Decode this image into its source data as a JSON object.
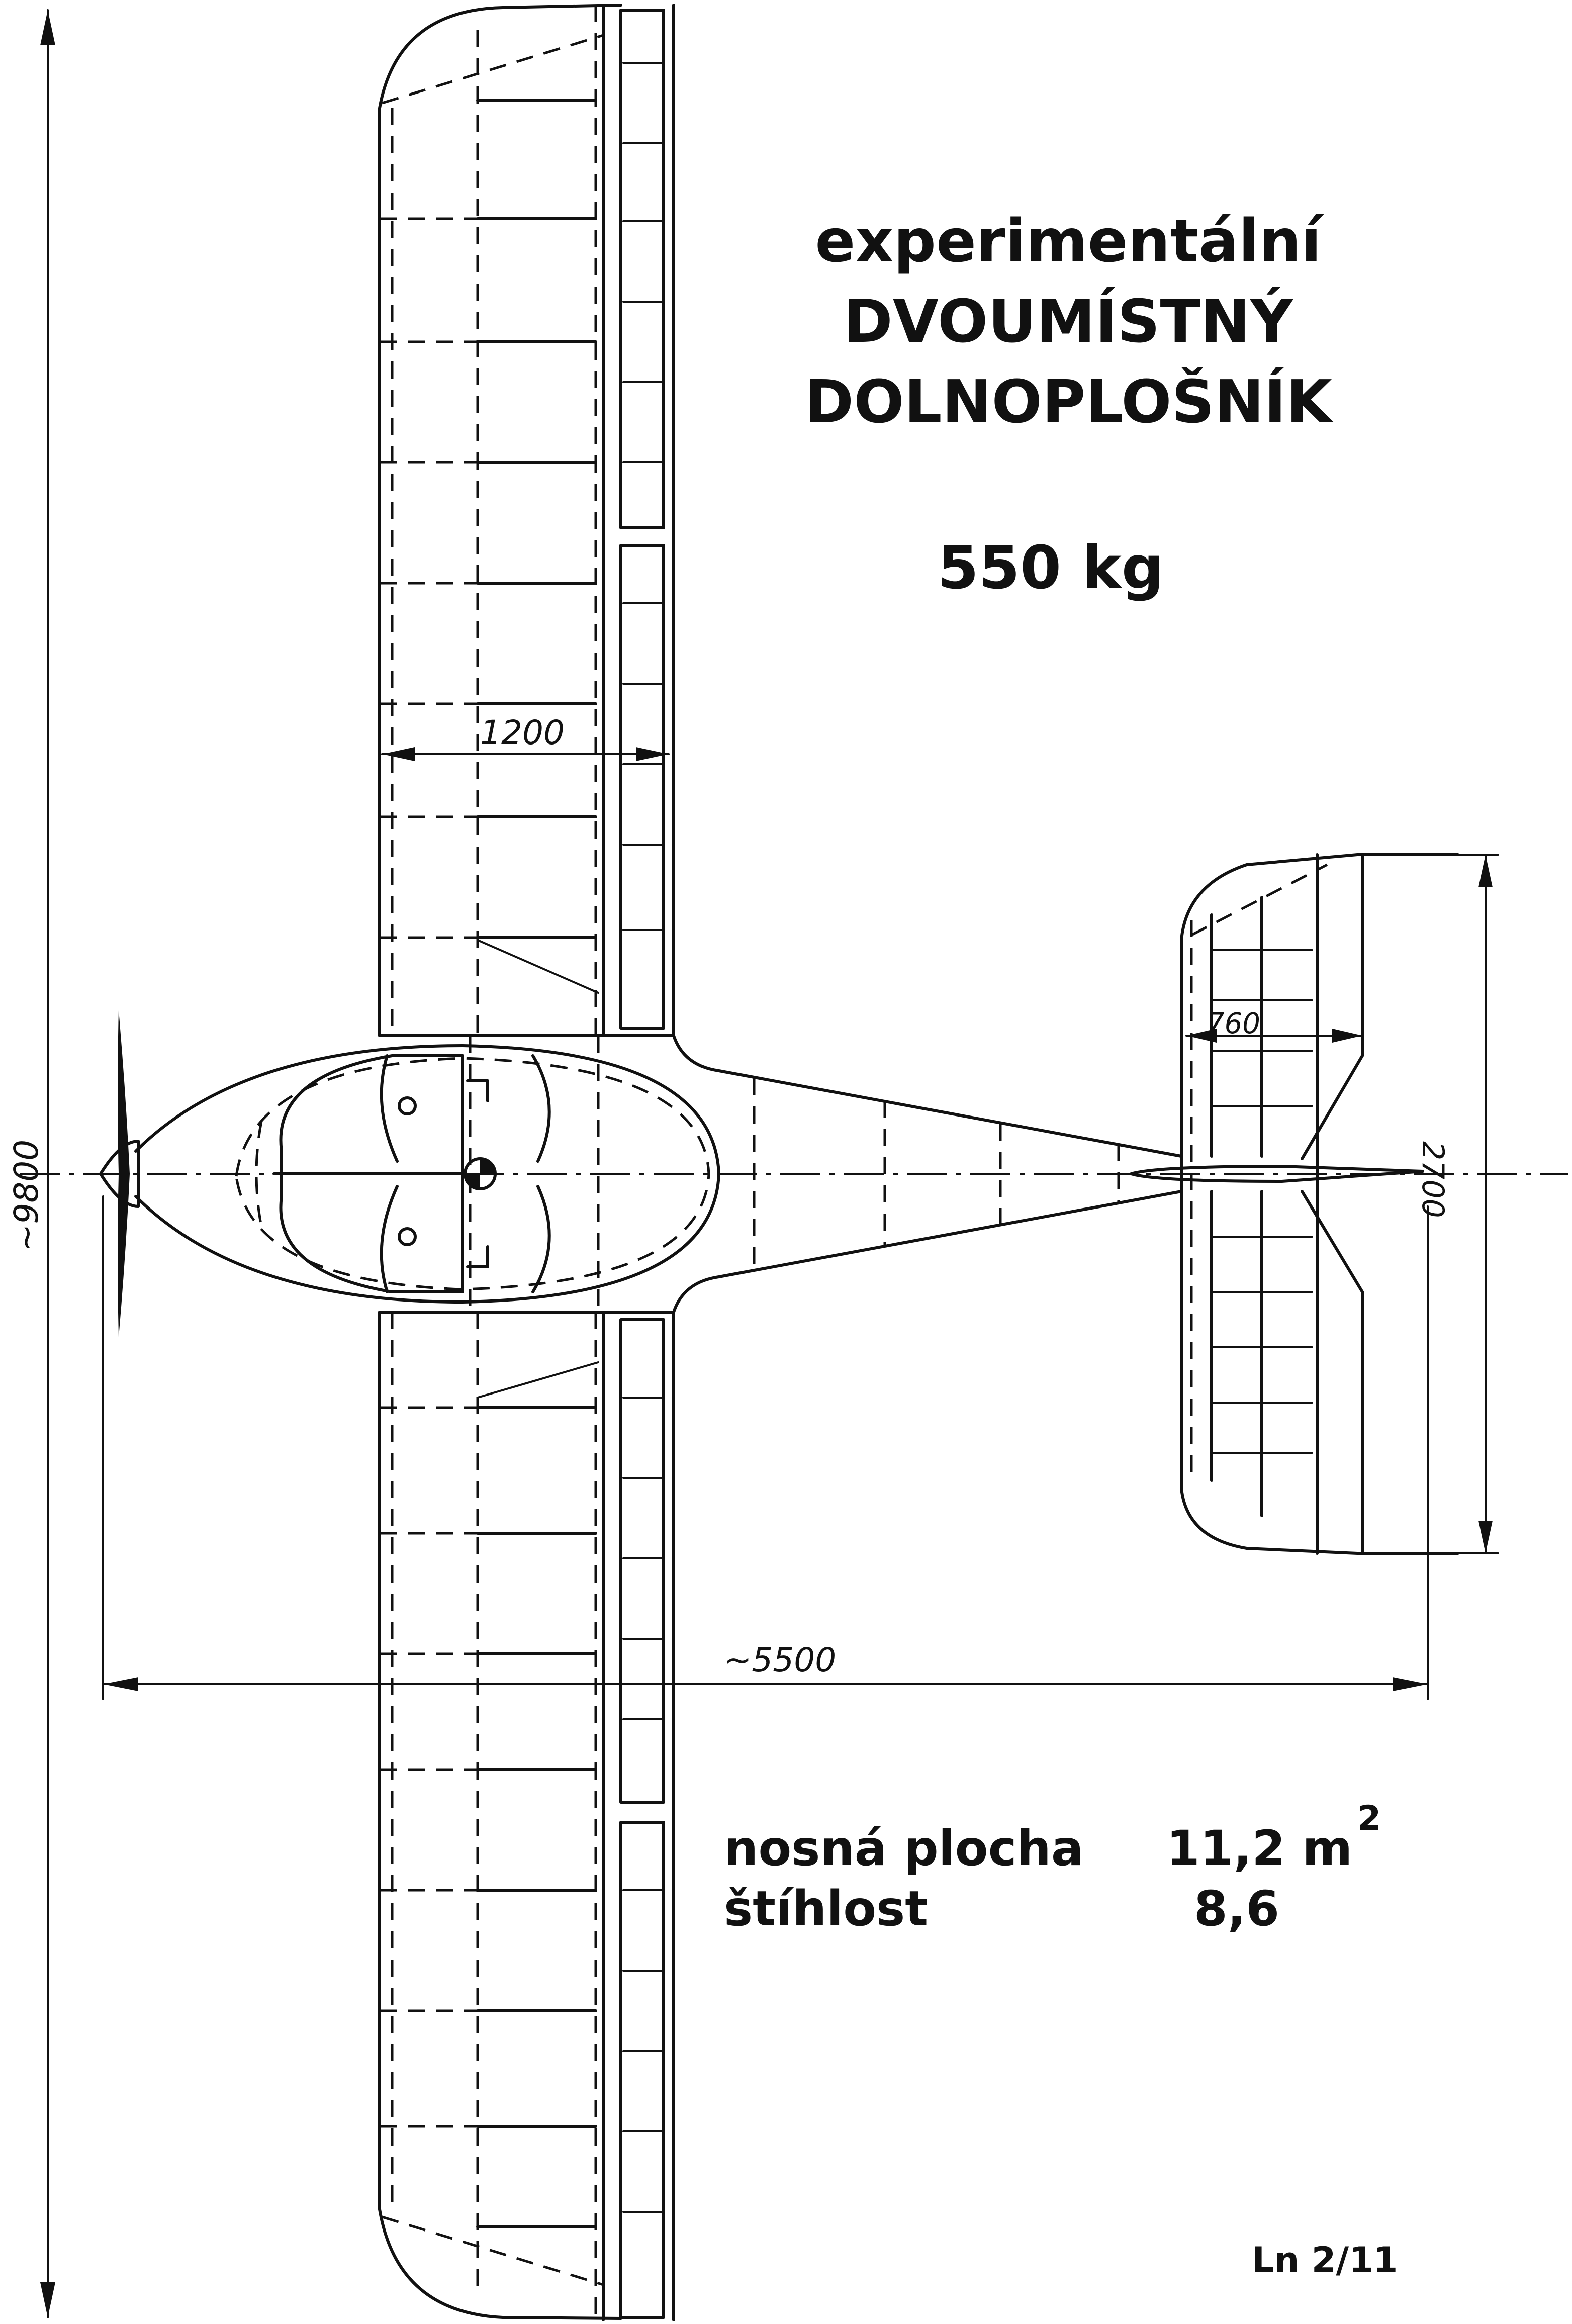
{
  "title": {
    "line1": "experimentální",
    "line2": "DVOUMÍSTNÝ",
    "line3": "DOLNOPLOŠNÍK",
    "mass": "550 kg"
  },
  "dimensions": {
    "wingspan": "~9800",
    "wing_chord": "1200",
    "tail_chord": "760",
    "tail_span": "2700",
    "length": "~5500"
  },
  "specs": {
    "area_label": "nosná plocha",
    "area_value": "11,2 m",
    "area_unit_exponent": "2",
    "aspect_label": "štíhlost",
    "aspect_value": "8,6"
  },
  "sheet_ref": "Ln 2/11"
}
